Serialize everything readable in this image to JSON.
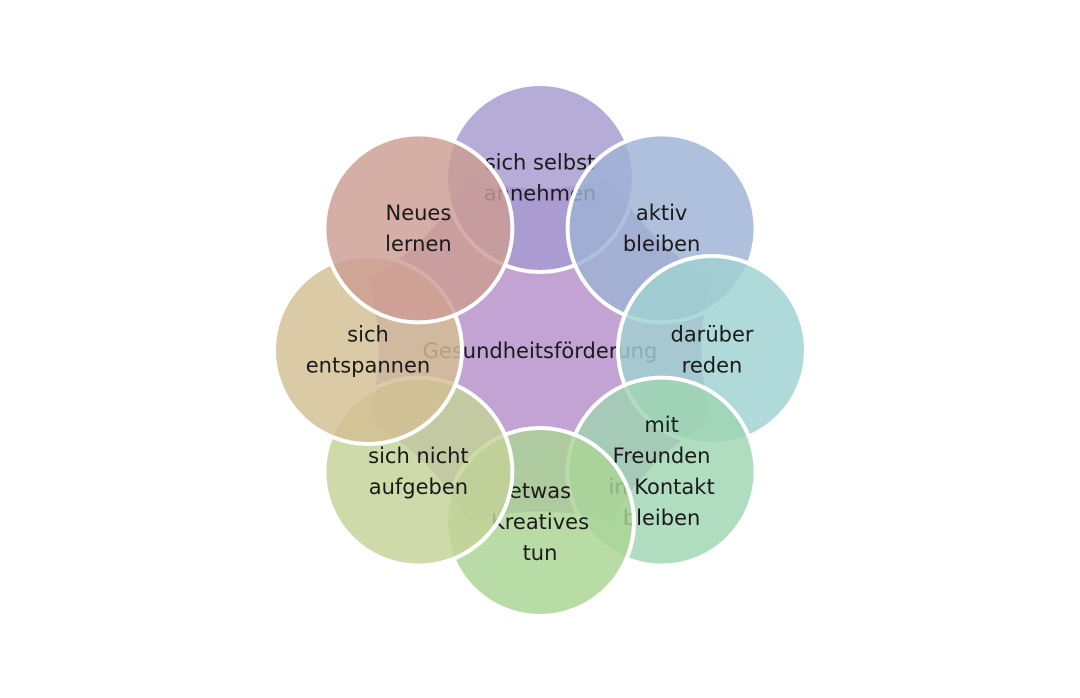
{
  "center": {
    "label": "Gesundheitsförderung",
    "color": "#c2a3d3"
  },
  "nodes": [
    {
      "lines": [
        "sich selbst",
        "annehmen"
      ],
      "color": "#a59ad0"
    },
    {
      "lines": [
        "aktiv",
        "bleiben"
      ],
      "color": "#9eb2d4"
    },
    {
      "lines": [
        "darüber",
        "reden"
      ],
      "color": "#9fd1d1"
    },
    {
      "lines": [
        "mit",
        "Freunden",
        "in Kontakt",
        "bleiben"
      ],
      "color": "#9fd4b2"
    },
    {
      "lines": [
        "etwas",
        "Kreatives",
        "tun"
      ],
      "color": "#a9d494"
    },
    {
      "lines": [
        "sich nicht",
        "aufgeben"
      ],
      "color": "#c3d296"
    },
    {
      "lines": [
        "sich",
        "entspannen"
      ],
      "color": "#d3be93"
    },
    {
      "lines": [
        "Neues",
        "lernen"
      ],
      "color": "#cc9c93"
    }
  ]
}
